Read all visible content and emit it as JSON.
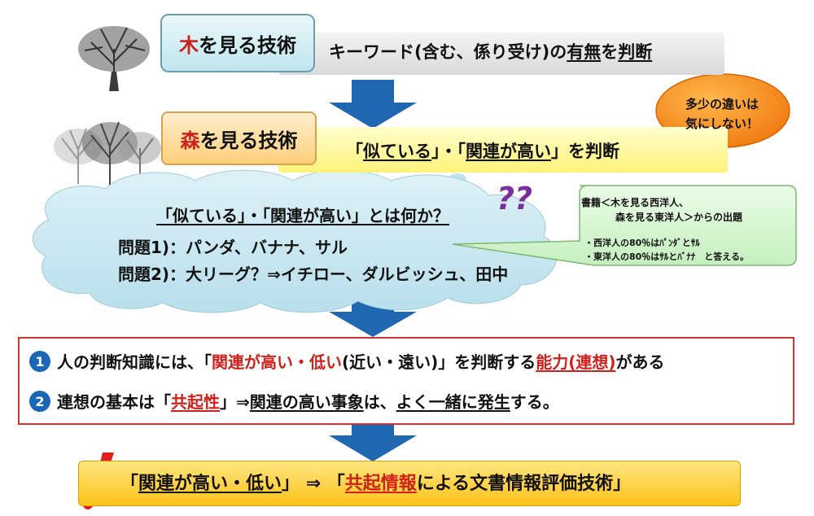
{
  "tree_label": {
    "prefix": "木",
    "rest": "を見る技術"
  },
  "tree_desc": {
    "part1": "キーワード(含む、係り受け)の",
    "part2": "有無",
    "part3": "を",
    "part4": "判断"
  },
  "forest_label": {
    "prefix": "森",
    "rest": "を見る技術"
  },
  "forest_desc": {
    "open1": "「",
    "similar": "似ている",
    "sep": "」・「",
    "related": "関連が高い",
    "close": "」を判断"
  },
  "bubble": {
    "line1": "多少の違いは",
    "line2": "気にしない！"
  },
  "cloud": {
    "title_a": "「似ている」・「関連が高い」とは何か？",
    "q1": "問題1)：パンダ、バナナ、サル",
    "q2": "問題2)：大リーグ？⇒イチロー、ダルビッシュ、田中",
    "question_marks": "??"
  },
  "callout": {
    "title1": "書籍＜木を見る西洋人、",
    "title2": "森を見る東洋人＞からの出題",
    "line1": "・西洋人の80％はﾊﾟﾝﾀﾞとｻﾙ",
    "line2": "・東洋人の80％はｻﾙとﾊﾞﾅﾅ　と答える。"
  },
  "points": [
    {
      "num": "1",
      "a": "人の判断知識には、「",
      "b": "関連が高い・低い",
      "c": "(近い・遠い)」を判断する",
      "d": "能力(連想)",
      "e": "がある"
    },
    {
      "num": "2",
      "a": "連想の基本は「",
      "b": "共起性",
      "c": "」⇒",
      "d": "関連の高い事象",
      "e": "は、",
      "f": "よく一緒に発生",
      "g": "する。"
    }
  ],
  "conclusion": {
    "a": "「",
    "b": "関連が高い・低い",
    "c": "」 ⇒ 「",
    "d": "共起情報",
    "e": "による文書情報評価技術」",
    "mark": "!"
  },
  "colors": {
    "arrow": "#1f67b1",
    "accent_red": "#d0201a",
    "badge": "#1a67b5"
  }
}
